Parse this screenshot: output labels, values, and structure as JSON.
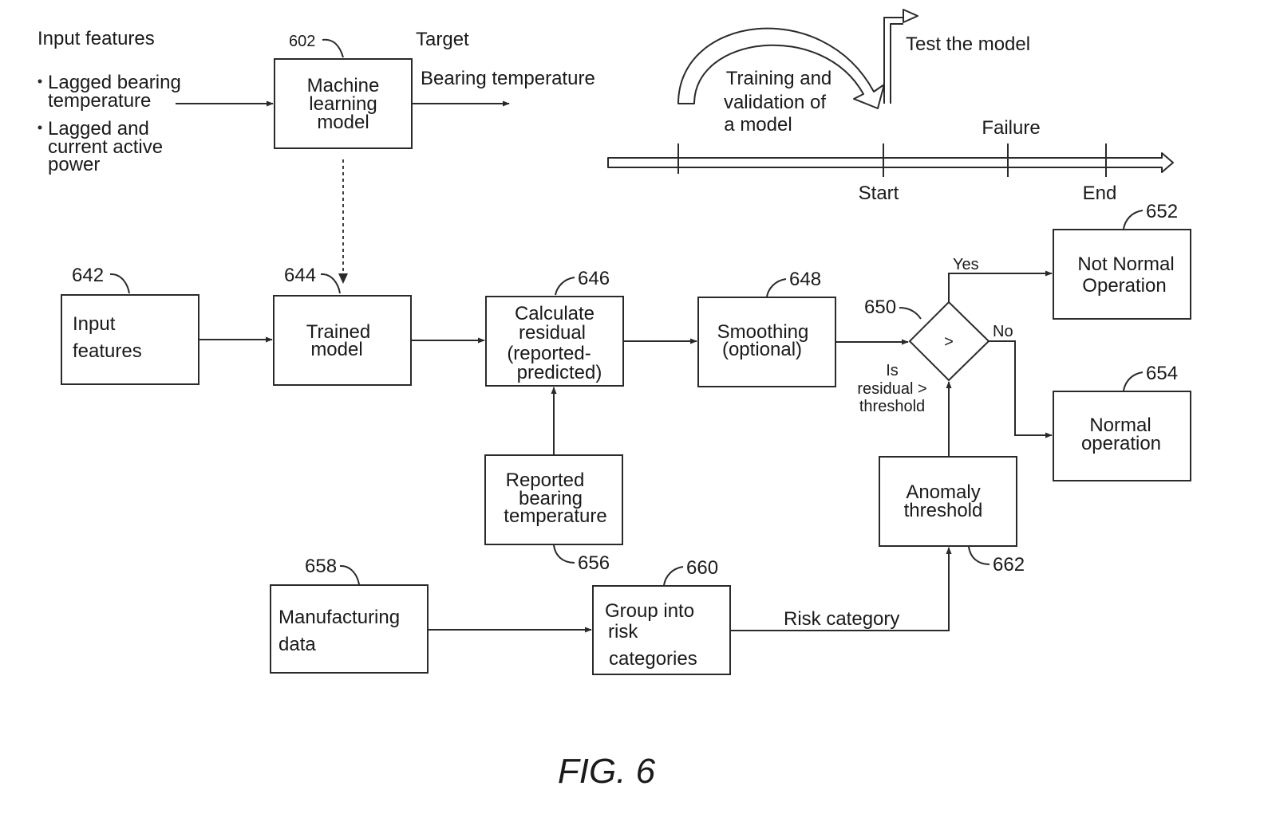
{
  "top": {
    "input_features_title": "Input features",
    "bullet_1_line_1": "Lagged bearing",
    "bullet_1_line_2": "temperature",
    "bullet_2_line_1": "Lagged and",
    "bullet_2_line_2": "current active",
    "bullet_2_line_3": "power",
    "ml_ref": "602",
    "ml_line_1": "Machine",
    "ml_line_2": "learning",
    "ml_line_3": "model",
    "target_label": "Target",
    "target_value": "Bearing temperature"
  },
  "timeline": {
    "test_label": "Test the model",
    "training_line_1": "Training and",
    "training_line_2": "validation of",
    "training_line_3": "a model",
    "failure_label": "Failure",
    "start_label": "Start",
    "end_label": "End"
  },
  "flow": {
    "input_ref": "642",
    "input_line_1": "Input",
    "input_line_2": "features",
    "trained_ref": "644",
    "trained_line_1": "Trained",
    "trained_line_2": "model",
    "residual_ref": "646",
    "residual_line_1": "Calculate",
    "residual_line_2": "residual",
    "residual_line_3": "(reported-",
    "residual_line_4": "predicted)",
    "smoothing_ref": "648",
    "smoothing_line_1": "Smoothing",
    "smoothing_line_2": "(optional)",
    "decision_ref": "650",
    "decision_symbol": ">",
    "decision_q_1": "Is",
    "decision_q_2": "residual >",
    "decision_q_3": "threshold",
    "yes_label": "Yes",
    "no_label": "No",
    "not_normal_ref": "652",
    "not_normal_line_1": "Not Normal",
    "not_normal_line_2": "Operation",
    "normal_ref": "654",
    "normal_line_1": "Normal",
    "normal_line_2": "operation",
    "reported_ref": "656",
    "reported_line_1": "Reported",
    "reported_line_2": "bearing",
    "reported_line_3": "temperature",
    "anomaly_ref": "662",
    "anomaly_line_1": "Anomaly",
    "anomaly_line_2": "threshold",
    "mfg_ref": "658",
    "mfg_line_1": "Manufacturing",
    "mfg_line_2": "data",
    "group_ref": "660",
    "group_line_1": "Group into",
    "group_line_2": "risk",
    "group_line_3": "categories",
    "risk_label": "Risk category"
  },
  "figure_label": "FIG. 6"
}
